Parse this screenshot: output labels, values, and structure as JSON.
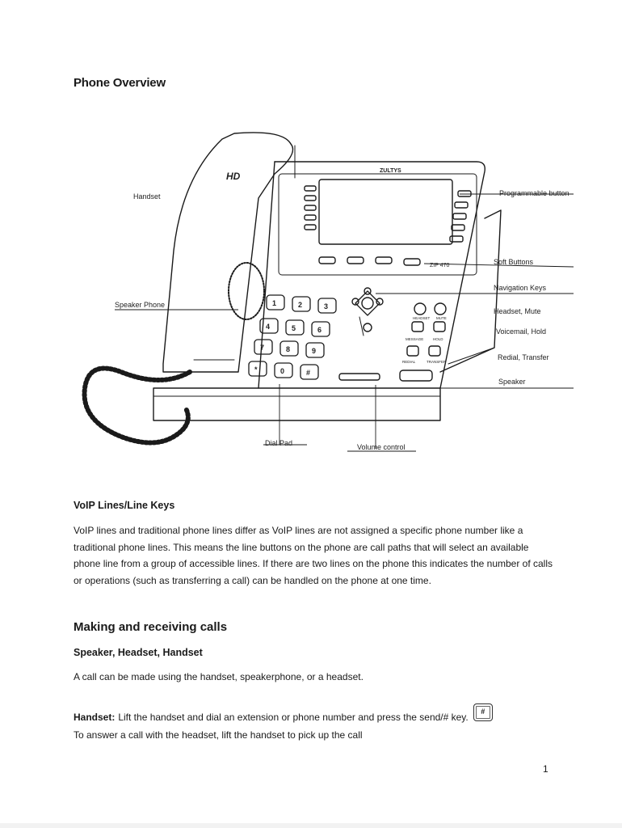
{
  "overview": {
    "title": "Phone Overview",
    "brand": "ZULTYS",
    "model": "ZIP 470",
    "hd_badge": "HD",
    "labels": {
      "handset": "Handset",
      "speaker_phone": "Speaker Phone",
      "programmable": "Programmable button",
      "soft_buttons": "Soft Buttons",
      "navigation": "Navigation Keys",
      "headset_mute": "Headset, Mute",
      "voicemail_hold": "Voicemail, Hold",
      "redial_transfer": "Redial, Transfer",
      "speaker": "Speaker",
      "dial_pad": "Dial Pad",
      "volume": "Volume control"
    },
    "keys": [
      "1",
      "2",
      "3",
      "4",
      "5",
      "6",
      "7",
      "8",
      "9",
      "*",
      "0",
      "#"
    ],
    "func_keys": {
      "headset": "HEADSET",
      "mute": "MUTE",
      "message": "MESSAGE",
      "hold": "HOLD",
      "redial": "REDIAL",
      "transfer": "TRANSFER"
    }
  },
  "voip": {
    "heading": "VoIP Lines/Line Keys",
    "body": "VoIP lines and traditional phone lines differ as VoIP lines are not assigned a specific phone number like a traditional phone lines. This means the line buttons on the phone are call paths that will select an available phone line from a group of accessible lines. If there are two lines on the phone this indicates the number of calls or operations (such as transferring a call) can be handled on the phone at one time."
  },
  "calls": {
    "heading": "Making and receiving calls",
    "subheading": "Speaker, Headset, Handset",
    "intro": "A call can be made using the handset, speakerphone, or a headset.",
    "handset_label": "Handset:",
    "handset_text": "Lift the handset and dial an extension or phone number and press the send/# key.",
    "send_key": "#",
    "headset_text": "To answer a call with the headset, lift the handset to pick up the call"
  },
  "page_number": "1"
}
